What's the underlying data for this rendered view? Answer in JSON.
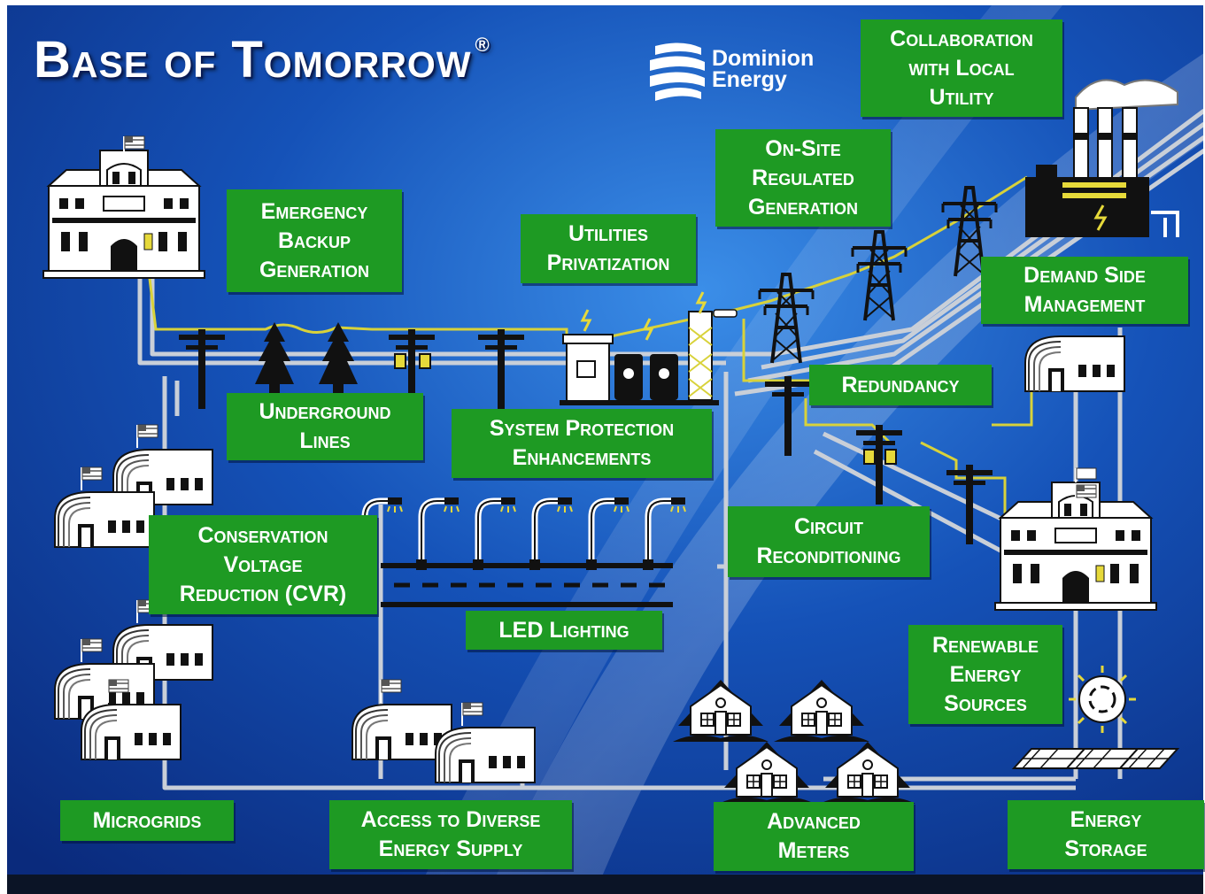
{
  "title": "Base of Tomorrow",
  "registered_mark": "®",
  "brand": {
    "name": "Dominion\nEnergy",
    "logo_icon": "dominion-energy-logo-icon"
  },
  "labels": {
    "collaboration": "Collaboration\nwith Local\nUtility",
    "onsite": "On-Site\nRegulated\nGeneration",
    "emergency": "Emergency\nBackup\nGeneration",
    "privatization": "Utilities\nPrivatization",
    "demand": "Demand Side\nManagement",
    "redundancy": "Redundancy",
    "underground": "Underground\nLines",
    "protection": "System Protection\nEnhancements",
    "cvr": "Conservation\nVoltage\nReduction (CVR)",
    "circuit": "Circuit\nReconditioning",
    "led": "LED Lighting",
    "renewable": "Renewable\nEnergy\nSources",
    "microgrids": "Microgrids",
    "access": "Access to Diverse\nEnergy Supply",
    "meters": "Advanced\nMeters",
    "storage": "Energy\nStorage"
  },
  "colors": {
    "label_green": "#1e9a23",
    "wire_yellow": "#d8d23a",
    "line_grey": "#c9cfd8",
    "bg_blue": "#1444a8"
  },
  "icons": [
    "headquarters-building-icon",
    "power-plant-icon",
    "transmission-tower-icon",
    "utility-pole-icon",
    "pine-tree-icon",
    "transformer-icon",
    "quonset-hut-icon",
    "house-icon",
    "street-light-icon",
    "solar-panel-icon",
    "sun-icon",
    "flag-icon"
  ]
}
